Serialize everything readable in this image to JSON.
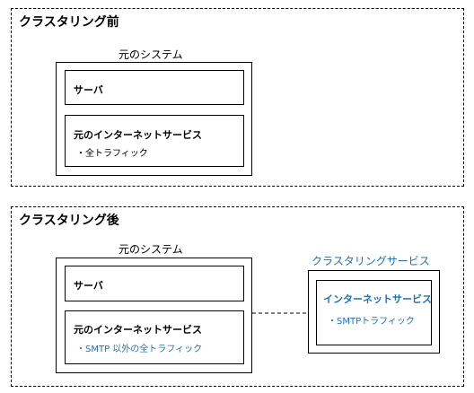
{
  "before": {
    "title": "クラスタリング前",
    "system": {
      "title": "元のシステム",
      "server": "サーバ",
      "service_name": "元のインターネットサービス",
      "traffic": "・全トラフィック"
    }
  },
  "after": {
    "title": "クラスタリング後",
    "system": {
      "title": "元のシステム",
      "server": "サーバ",
      "service_name": "元のインターネットサービス",
      "traffic": "・SMTP 以外の全トラフィック"
    },
    "cluster": {
      "title": "クラスタリングサービス",
      "service_name": "インターネットサービス",
      "traffic": "・SMTPトラフィック"
    }
  },
  "colors": {
    "accent_blue": "#1f6fb5",
    "line": "#000000"
  }
}
